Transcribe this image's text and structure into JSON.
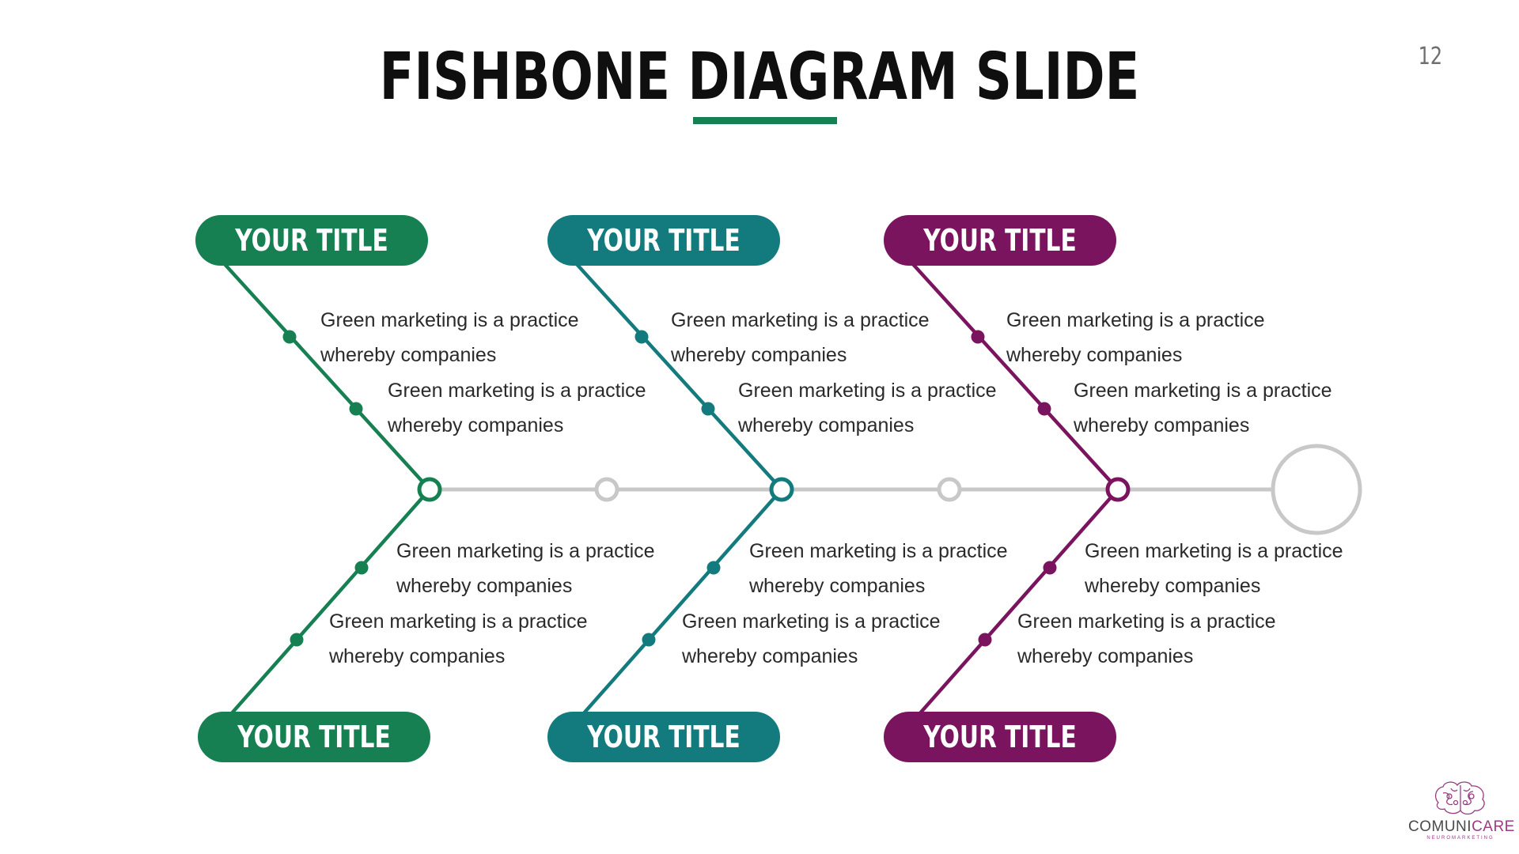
{
  "slide": {
    "title": "FISHBONE DIAGRAM SLIDE",
    "page_number": "12"
  },
  "colors": {
    "green": "#178052",
    "teal": "#137b7d",
    "purple": "#7a145e",
    "spine": "#c8c8c8",
    "underline": "#178052"
  },
  "branches": [
    {
      "color": "green",
      "top_title": "YOUR TITLE",
      "bottom_title": "YOUR TITLE",
      "top_causes": [
        {
          "line1": "Green marketing is a practice",
          "line2": "whereby companies"
        },
        {
          "line1": "Green marketing is a practice",
          "line2": "whereby companies"
        }
      ],
      "bottom_causes": [
        {
          "line1": "Green marketing is a practice",
          "line2": "whereby companies"
        },
        {
          "line1": "Green marketing is a practice",
          "line2": "whereby companies"
        }
      ]
    },
    {
      "color": "teal",
      "top_title": "YOUR TITLE",
      "bottom_title": "YOUR TITLE",
      "top_causes": [
        {
          "line1": "Green marketing is a practice",
          "line2": "whereby companies"
        },
        {
          "line1": "Green marketing is a practice",
          "line2": "whereby companies"
        }
      ],
      "bottom_causes": [
        {
          "line1": "Green marketing is a practice",
          "line2": "whereby companies"
        },
        {
          "line1": "Green marketing is a practice",
          "line2": "whereby companies"
        }
      ]
    },
    {
      "color": "purple",
      "top_title": "YOUR TITLE",
      "bottom_title": "YOUR TITLE",
      "top_causes": [
        {
          "line1": "Green marketing is a practice",
          "line2": "whereby companies"
        },
        {
          "line1": "Green marketing is a practice",
          "line2": "whereby companies"
        }
      ],
      "bottom_causes": [
        {
          "line1": "Green marketing is a practice",
          "line2": "whereby companies"
        },
        {
          "line1": "Green marketing is a practice",
          "line2": "whereby companies"
        }
      ]
    }
  ],
  "logo": {
    "name_part1": "COMUNI",
    "name_part2": "CARE",
    "tagline": "NEUROMARKETING",
    "icon": "brain-icon"
  }
}
